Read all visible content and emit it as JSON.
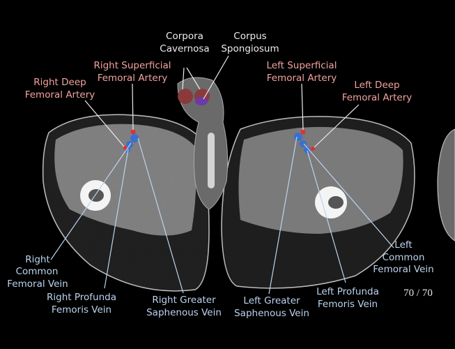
{
  "labels": {
    "corpora_cavernosa": [
      "Corpora",
      "Cavernosa"
    ],
    "corpus_spongiosum": [
      "Corpus",
      "Spongiosum"
    ],
    "right_superficial_femoral_artery": [
      "Right Superficial",
      "Femoral Artery"
    ],
    "right_deep_femoral_artery": [
      "Right Deep",
      "Femoral Artery"
    ],
    "left_superficial_femoral_artery": [
      "Left Superficial",
      "Femoral Artery"
    ],
    "left_deep_femoral_artery": [
      "Left Deep",
      "Femoral Artery"
    ],
    "right_common_femoral_vein": [
      "Right",
      "Common",
      "Femoral Vein"
    ],
    "right_profunda_femoris_vein": [
      "Right Profunda",
      "Femoris Vein"
    ],
    "right_greater_saphenous_vein": [
      "Right Greater",
      "Saphenous Vein"
    ],
    "left_greater_saphenous_vein": [
      "Left Greater",
      "Saphenous Vein"
    ],
    "left_profunda_femoris_vein": [
      "Left Profunda",
      "Femoris Vein"
    ],
    "left_common_femoral_vein": [
      "Left",
      "Common",
      "Femoral Vein"
    ]
  },
  "slice_indicator": "70 / 70",
  "colors": {
    "artery": "#e03030",
    "vein": "#3a6fd0",
    "cavernosa": "#8a3a3a",
    "spongiosum": "#6a3aa8"
  }
}
